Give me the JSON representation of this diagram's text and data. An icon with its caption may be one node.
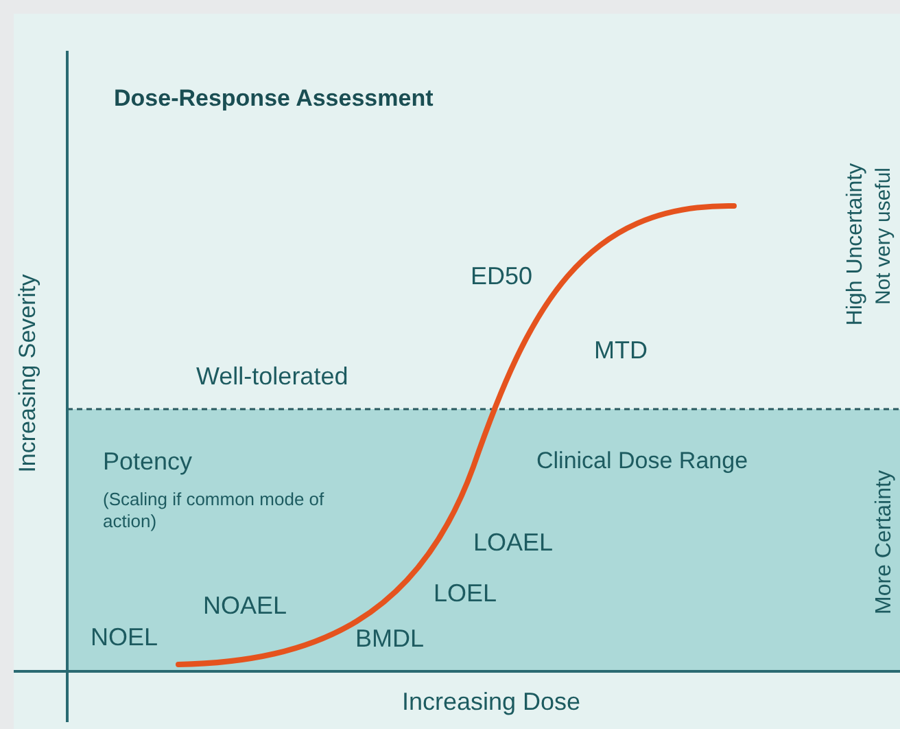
{
  "diagram": {
    "title": "Dose-Response Assessment",
    "labels": [
      "Increasing Severity",
      "ED50",
      "High Uncertainty",
      "Not very useful",
      "MTD",
      "Well-tolerated",
      "Potency",
      "(Scaling if common mode of action)",
      "Clinical Dose Range",
      "More Certainty",
      "LOAEL",
      "LOEL",
      "NOAEL",
      "NOEL",
      "BMDL",
      "Increasing Dose"
    ]
  }
}
